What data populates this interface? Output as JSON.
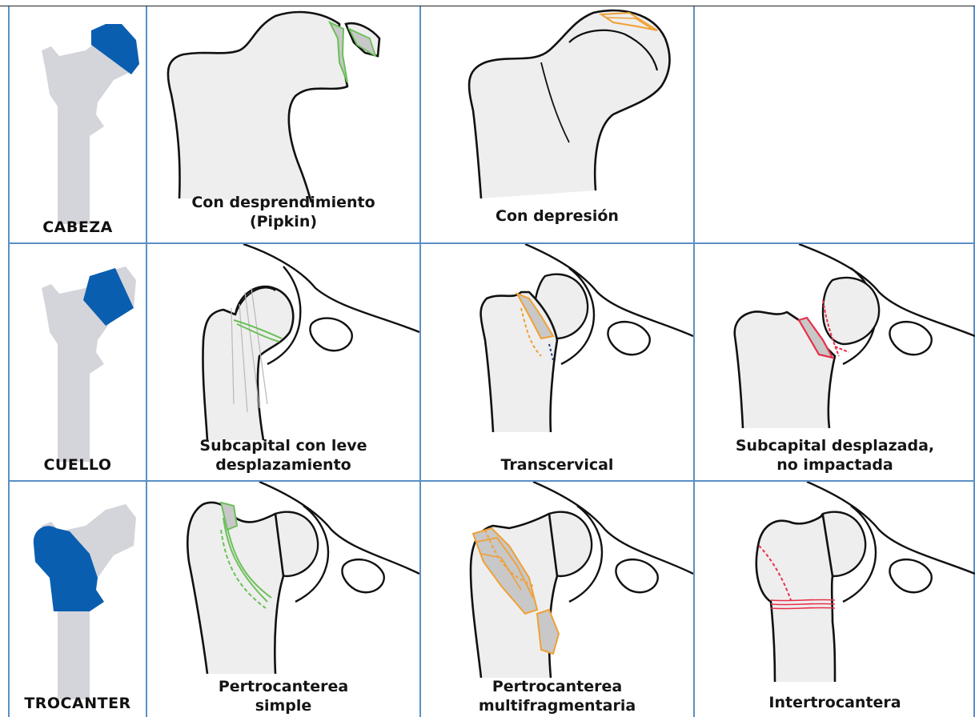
{
  "header": {
    "title_fragment": ""
  },
  "colors": {
    "grid": "#5b8fc7",
    "highlight": "#0a5eb0",
    "bone": "#eeeeee",
    "femur_icon": "#d4d5da",
    "green": "#6cbf5a",
    "orange": "#f0a035",
    "red": "#e8304a",
    "fragment_fill": "#c8c8c8"
  },
  "rows": [
    {
      "label": "CABEZA",
      "cells": [
        {
          "caption": [
            "Con desprendimiento",
            "(Pipkin)"
          ],
          "accent": "green"
        },
        {
          "caption": [
            "Con depresión"
          ],
          "accent": "orange"
        },
        {
          "caption": [],
          "accent": ""
        }
      ]
    },
    {
      "label": "CUELLO",
      "cells": [
        {
          "caption": [
            "Subcapital con leve",
            "desplazamiento"
          ],
          "accent": "green"
        },
        {
          "caption": [
            "Transcervical"
          ],
          "accent": "orange"
        },
        {
          "caption": [
            "Subcapital desplazada,",
            "no impactada"
          ],
          "accent": "red"
        }
      ]
    },
    {
      "label": "TROCANTER",
      "cells": [
        {
          "caption": [
            "Pertrocanterea",
            "simple"
          ],
          "accent": "green"
        },
        {
          "caption": [
            "Pertrocanterea",
            "multifragmentaria"
          ],
          "accent": "orange"
        },
        {
          "caption": [
            "Intertrocantera"
          ],
          "accent": "red"
        }
      ]
    }
  ]
}
